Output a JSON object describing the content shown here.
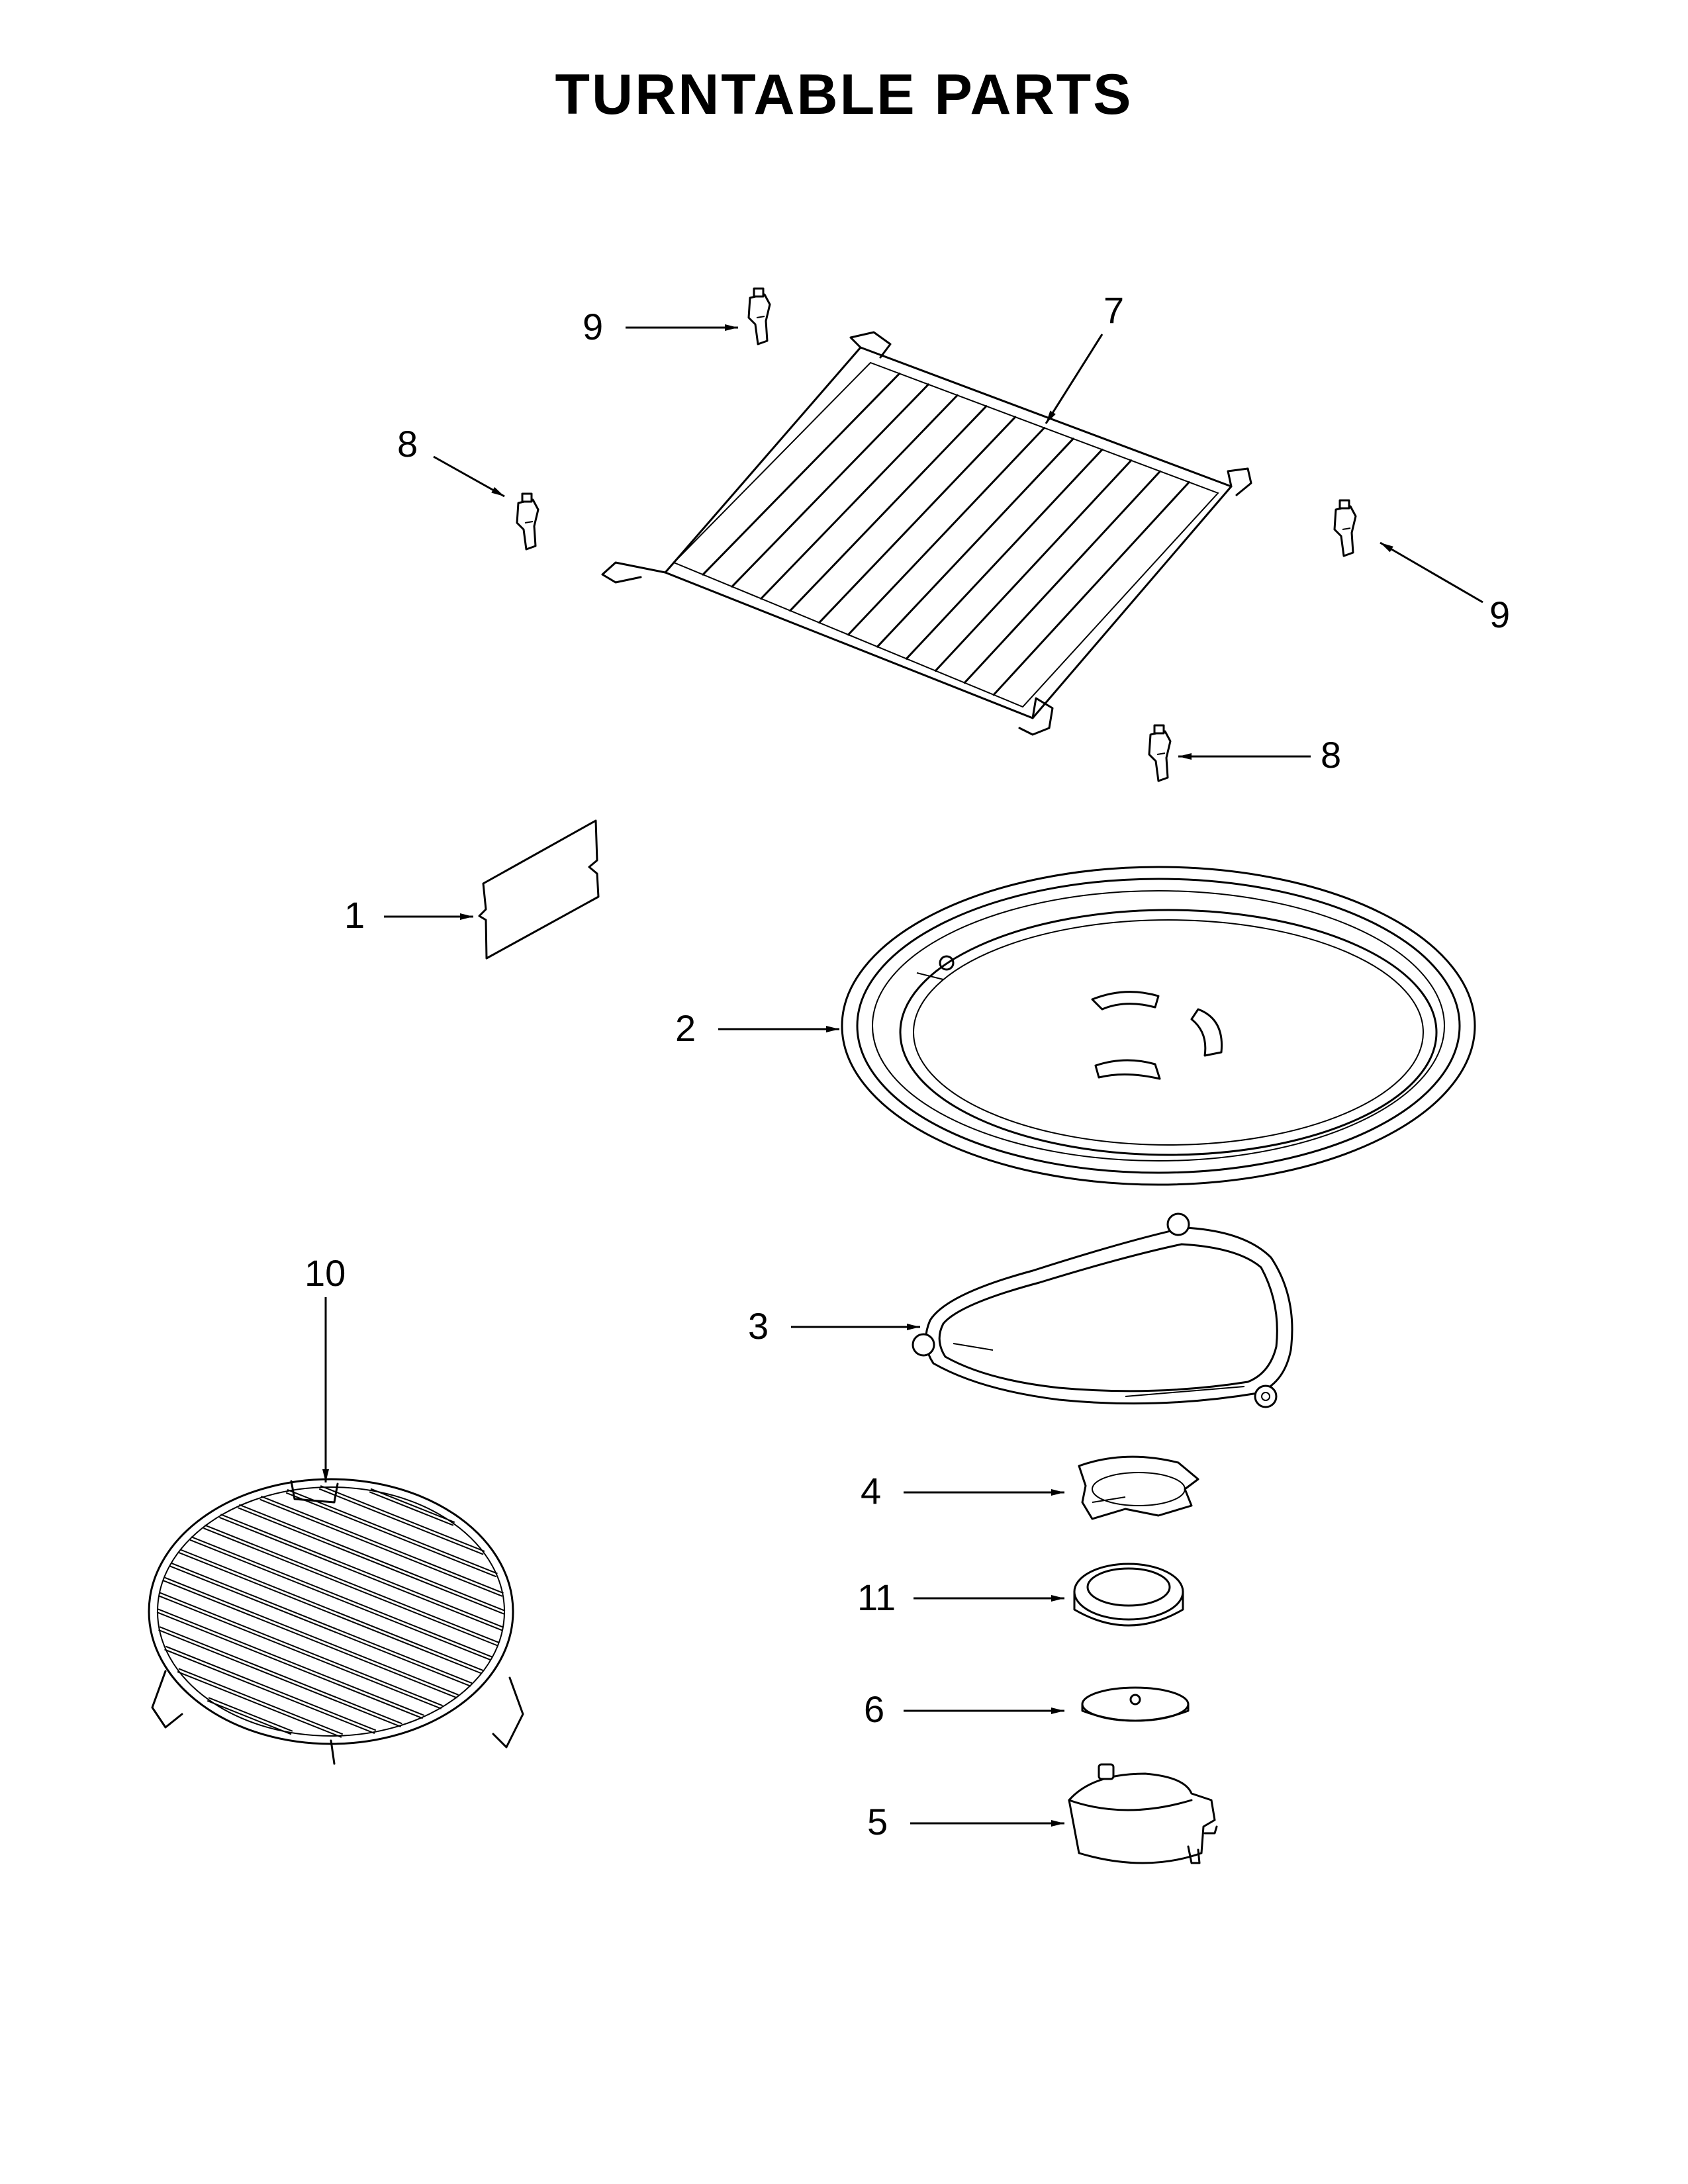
{
  "title": "TURNTABLE PARTS",
  "callouts": [
    {
      "id": "c9a",
      "label": "9"
    },
    {
      "id": "c7",
      "label": "7"
    },
    {
      "id": "c8a",
      "label": "8"
    },
    {
      "id": "c9b",
      "label": "9"
    },
    {
      "id": "c8b",
      "label": "8"
    },
    {
      "id": "c1",
      "label": "1"
    },
    {
      "id": "c2",
      "label": "2"
    },
    {
      "id": "c10",
      "label": "10"
    },
    {
      "id": "c3",
      "label": "3"
    },
    {
      "id": "c4",
      "label": "4"
    },
    {
      "id": "c11",
      "label": "11"
    },
    {
      "id": "c6",
      "label": "6"
    },
    {
      "id": "c5",
      "label": "5"
    }
  ]
}
